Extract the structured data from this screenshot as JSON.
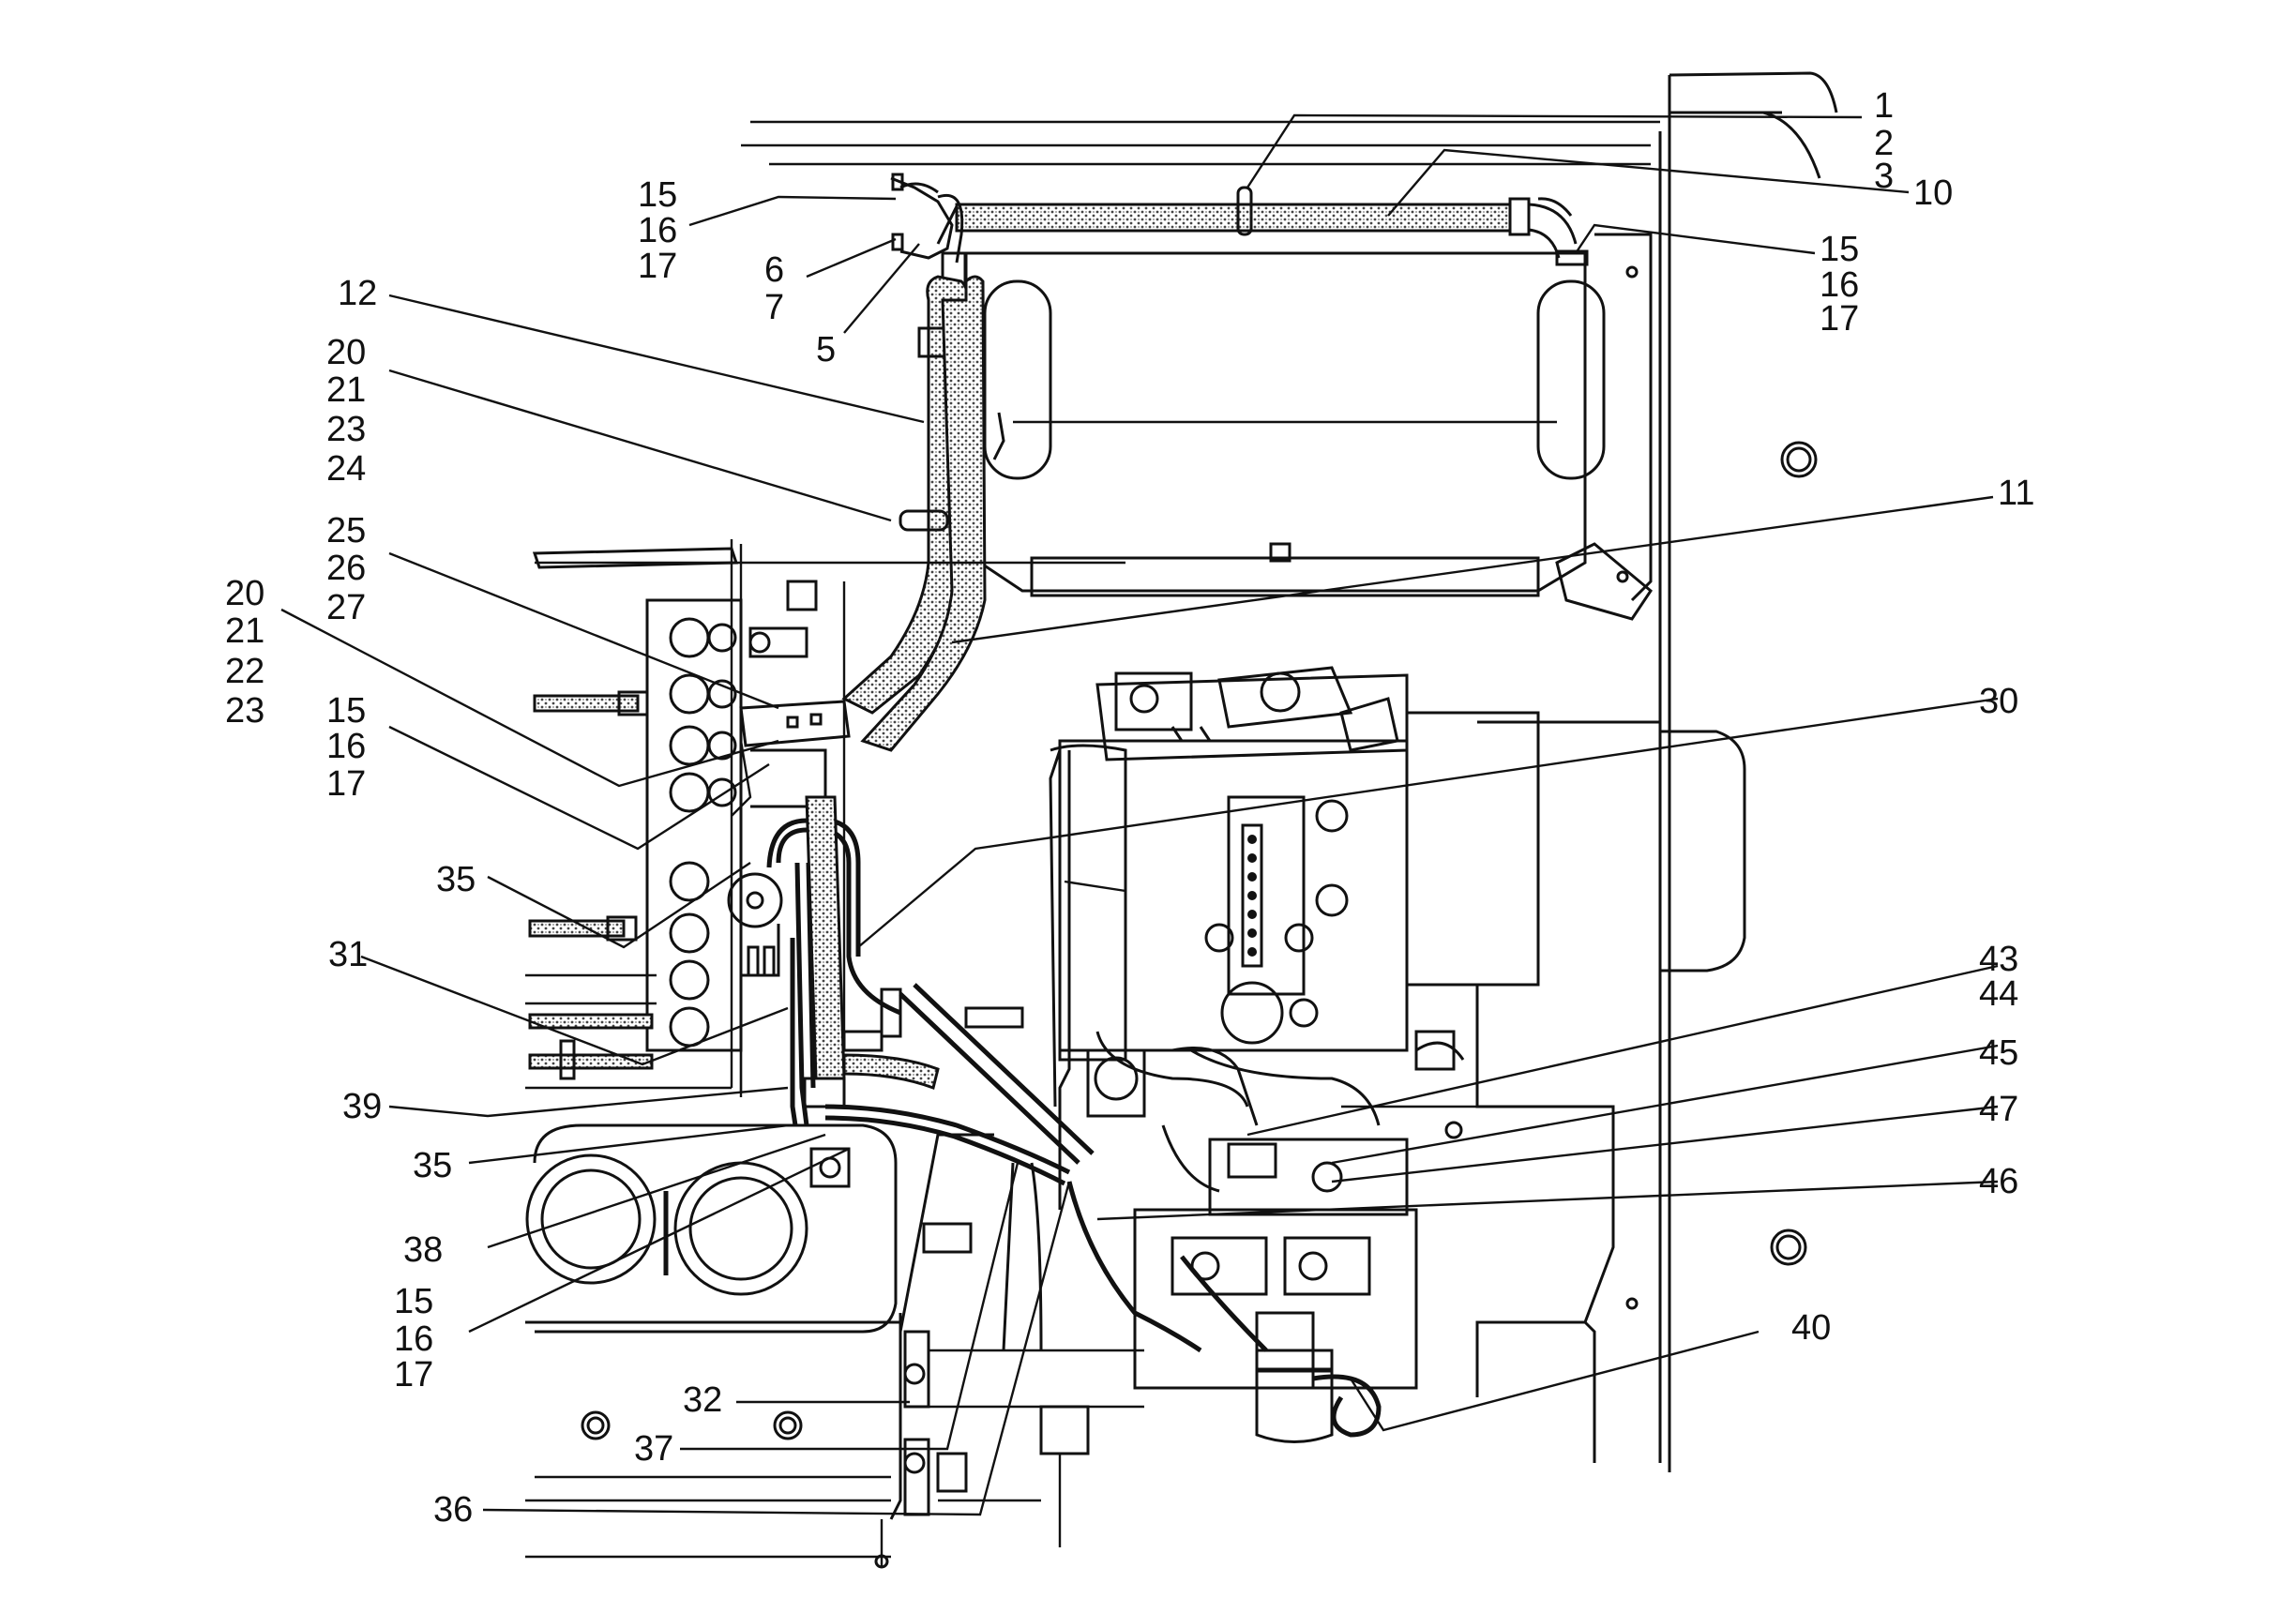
{
  "diagram": {
    "type": "exploded-parts-illustration",
    "colors": {
      "ink": "#111111",
      "paper": "#ffffff",
      "hose_fill": "#9a9a9a"
    },
    "callouts": [
      {
        "id": "c1",
        "text": "1"
      },
      {
        "id": "c2",
        "text": "2"
      },
      {
        "id": "c3",
        "text": "3"
      },
      {
        "id": "c10",
        "text": "10"
      },
      {
        "id": "c15a",
        "text": "15"
      },
      {
        "id": "c16a",
        "text": "16"
      },
      {
        "id": "c17a",
        "text": "17"
      },
      {
        "id": "c15b",
        "text": "15"
      },
      {
        "id": "c16b",
        "text": "16"
      },
      {
        "id": "c17b",
        "text": "17"
      },
      {
        "id": "c6",
        "text": "6"
      },
      {
        "id": "c7",
        "text": "7"
      },
      {
        "id": "c5",
        "text": "5"
      },
      {
        "id": "c12",
        "text": "12"
      },
      {
        "id": "c20a",
        "text": "20"
      },
      {
        "id": "c21a",
        "text": "21"
      },
      {
        "id": "c23a",
        "text": "23"
      },
      {
        "id": "c24",
        "text": "24"
      },
      {
        "id": "c11",
        "text": "11"
      },
      {
        "id": "c25",
        "text": "25"
      },
      {
        "id": "c26",
        "text": "26"
      },
      {
        "id": "c27",
        "text": "27"
      },
      {
        "id": "c20b",
        "text": "20"
      },
      {
        "id": "c21b",
        "text": "21"
      },
      {
        "id": "c22",
        "text": "22"
      },
      {
        "id": "c23b",
        "text": "23"
      },
      {
        "id": "c15c",
        "text": "15"
      },
      {
        "id": "c16c",
        "text": "16"
      },
      {
        "id": "c17c",
        "text": "17"
      },
      {
        "id": "c30",
        "text": "30"
      },
      {
        "id": "c35a",
        "text": "35"
      },
      {
        "id": "c31",
        "text": "31"
      },
      {
        "id": "c43",
        "text": "43"
      },
      {
        "id": "c44",
        "text": "44"
      },
      {
        "id": "c45",
        "text": "45"
      },
      {
        "id": "c39",
        "text": "39"
      },
      {
        "id": "c47",
        "text": "47"
      },
      {
        "id": "c35b",
        "text": "35"
      },
      {
        "id": "c46",
        "text": "46"
      },
      {
        "id": "c38",
        "text": "38"
      },
      {
        "id": "c15d",
        "text": "15"
      },
      {
        "id": "c16d",
        "text": "16"
      },
      {
        "id": "c17d",
        "text": "17"
      },
      {
        "id": "c40",
        "text": "40"
      },
      {
        "id": "c32",
        "text": "32"
      },
      {
        "id": "c37",
        "text": "37"
      },
      {
        "id": "c36",
        "text": "36"
      }
    ]
  }
}
